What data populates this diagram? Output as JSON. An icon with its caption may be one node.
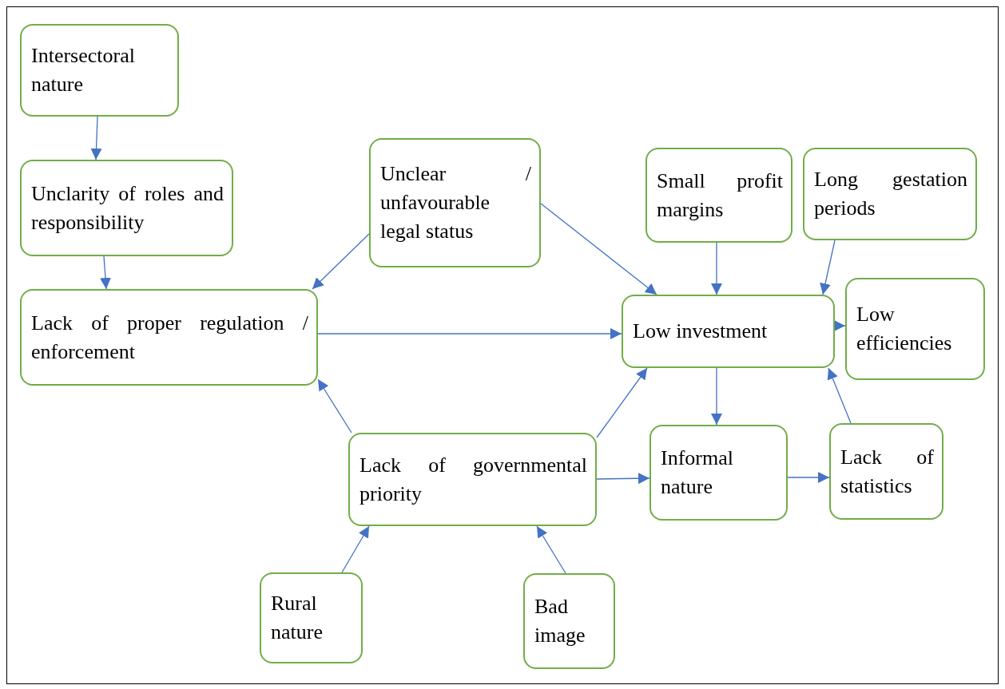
{
  "diagram": {
    "nodes": [
      {
        "text": [
          "Intersectoral nature"
        ]
      },
      {
        "text": [
          "Unclarity of roles and responsibility"
        ]
      },
      {
        "text": [
          "Unclear / unfavourable legal status"
        ]
      },
      {
        "text": [
          "Small profit margins"
        ]
      },
      {
        "text": [
          "Long gestation periods"
        ]
      },
      {
        "text": [
          "Lack of proper regulation / enforcement"
        ]
      },
      {
        "text": [
          "Low investment"
        ]
      },
      {
        "text": [
          "Low efficiencies"
        ]
      },
      {
        "text": [
          "Lack of governmental priority"
        ]
      },
      {
        "text": [
          "Informal nature"
        ]
      },
      {
        "text": [
          "Lack of statistics"
        ]
      },
      {
        "text": [
          "Rural nature"
        ]
      },
      {
        "text": [
          "Bad image"
        ]
      }
    ],
    "edges": [
      {
        "from": 0,
        "to": 1,
        "arrow": "to"
      },
      {
        "from": 1,
        "to": 5,
        "arrow": "to"
      },
      {
        "from": 2,
        "to": 5,
        "arrow": "to"
      },
      {
        "from": 2,
        "to": 6,
        "arrow": "to"
      },
      {
        "from": 3,
        "to": 6,
        "arrow": "to"
      },
      {
        "from": 4,
        "to": 6,
        "arrow": "to"
      },
      {
        "from": 5,
        "to": 6,
        "arrow": "to"
      },
      {
        "from": 6,
        "to": 7,
        "arrow": "to"
      },
      {
        "from": 8,
        "to": 5,
        "arrow": "to"
      },
      {
        "from": 8,
        "to": 6,
        "arrow": "to"
      },
      {
        "from": 8,
        "to": 9,
        "arrow": "to"
      },
      {
        "from": 6,
        "to": 9,
        "arrow": "to"
      },
      {
        "from": 9,
        "to": 10,
        "arrow": "to"
      },
      {
        "from": 10,
        "to": 6,
        "arrow": "to"
      },
      {
        "from": 11,
        "to": 8,
        "arrow": "to"
      },
      {
        "from": 12,
        "to": 8,
        "arrow": "to"
      }
    ]
  }
}
